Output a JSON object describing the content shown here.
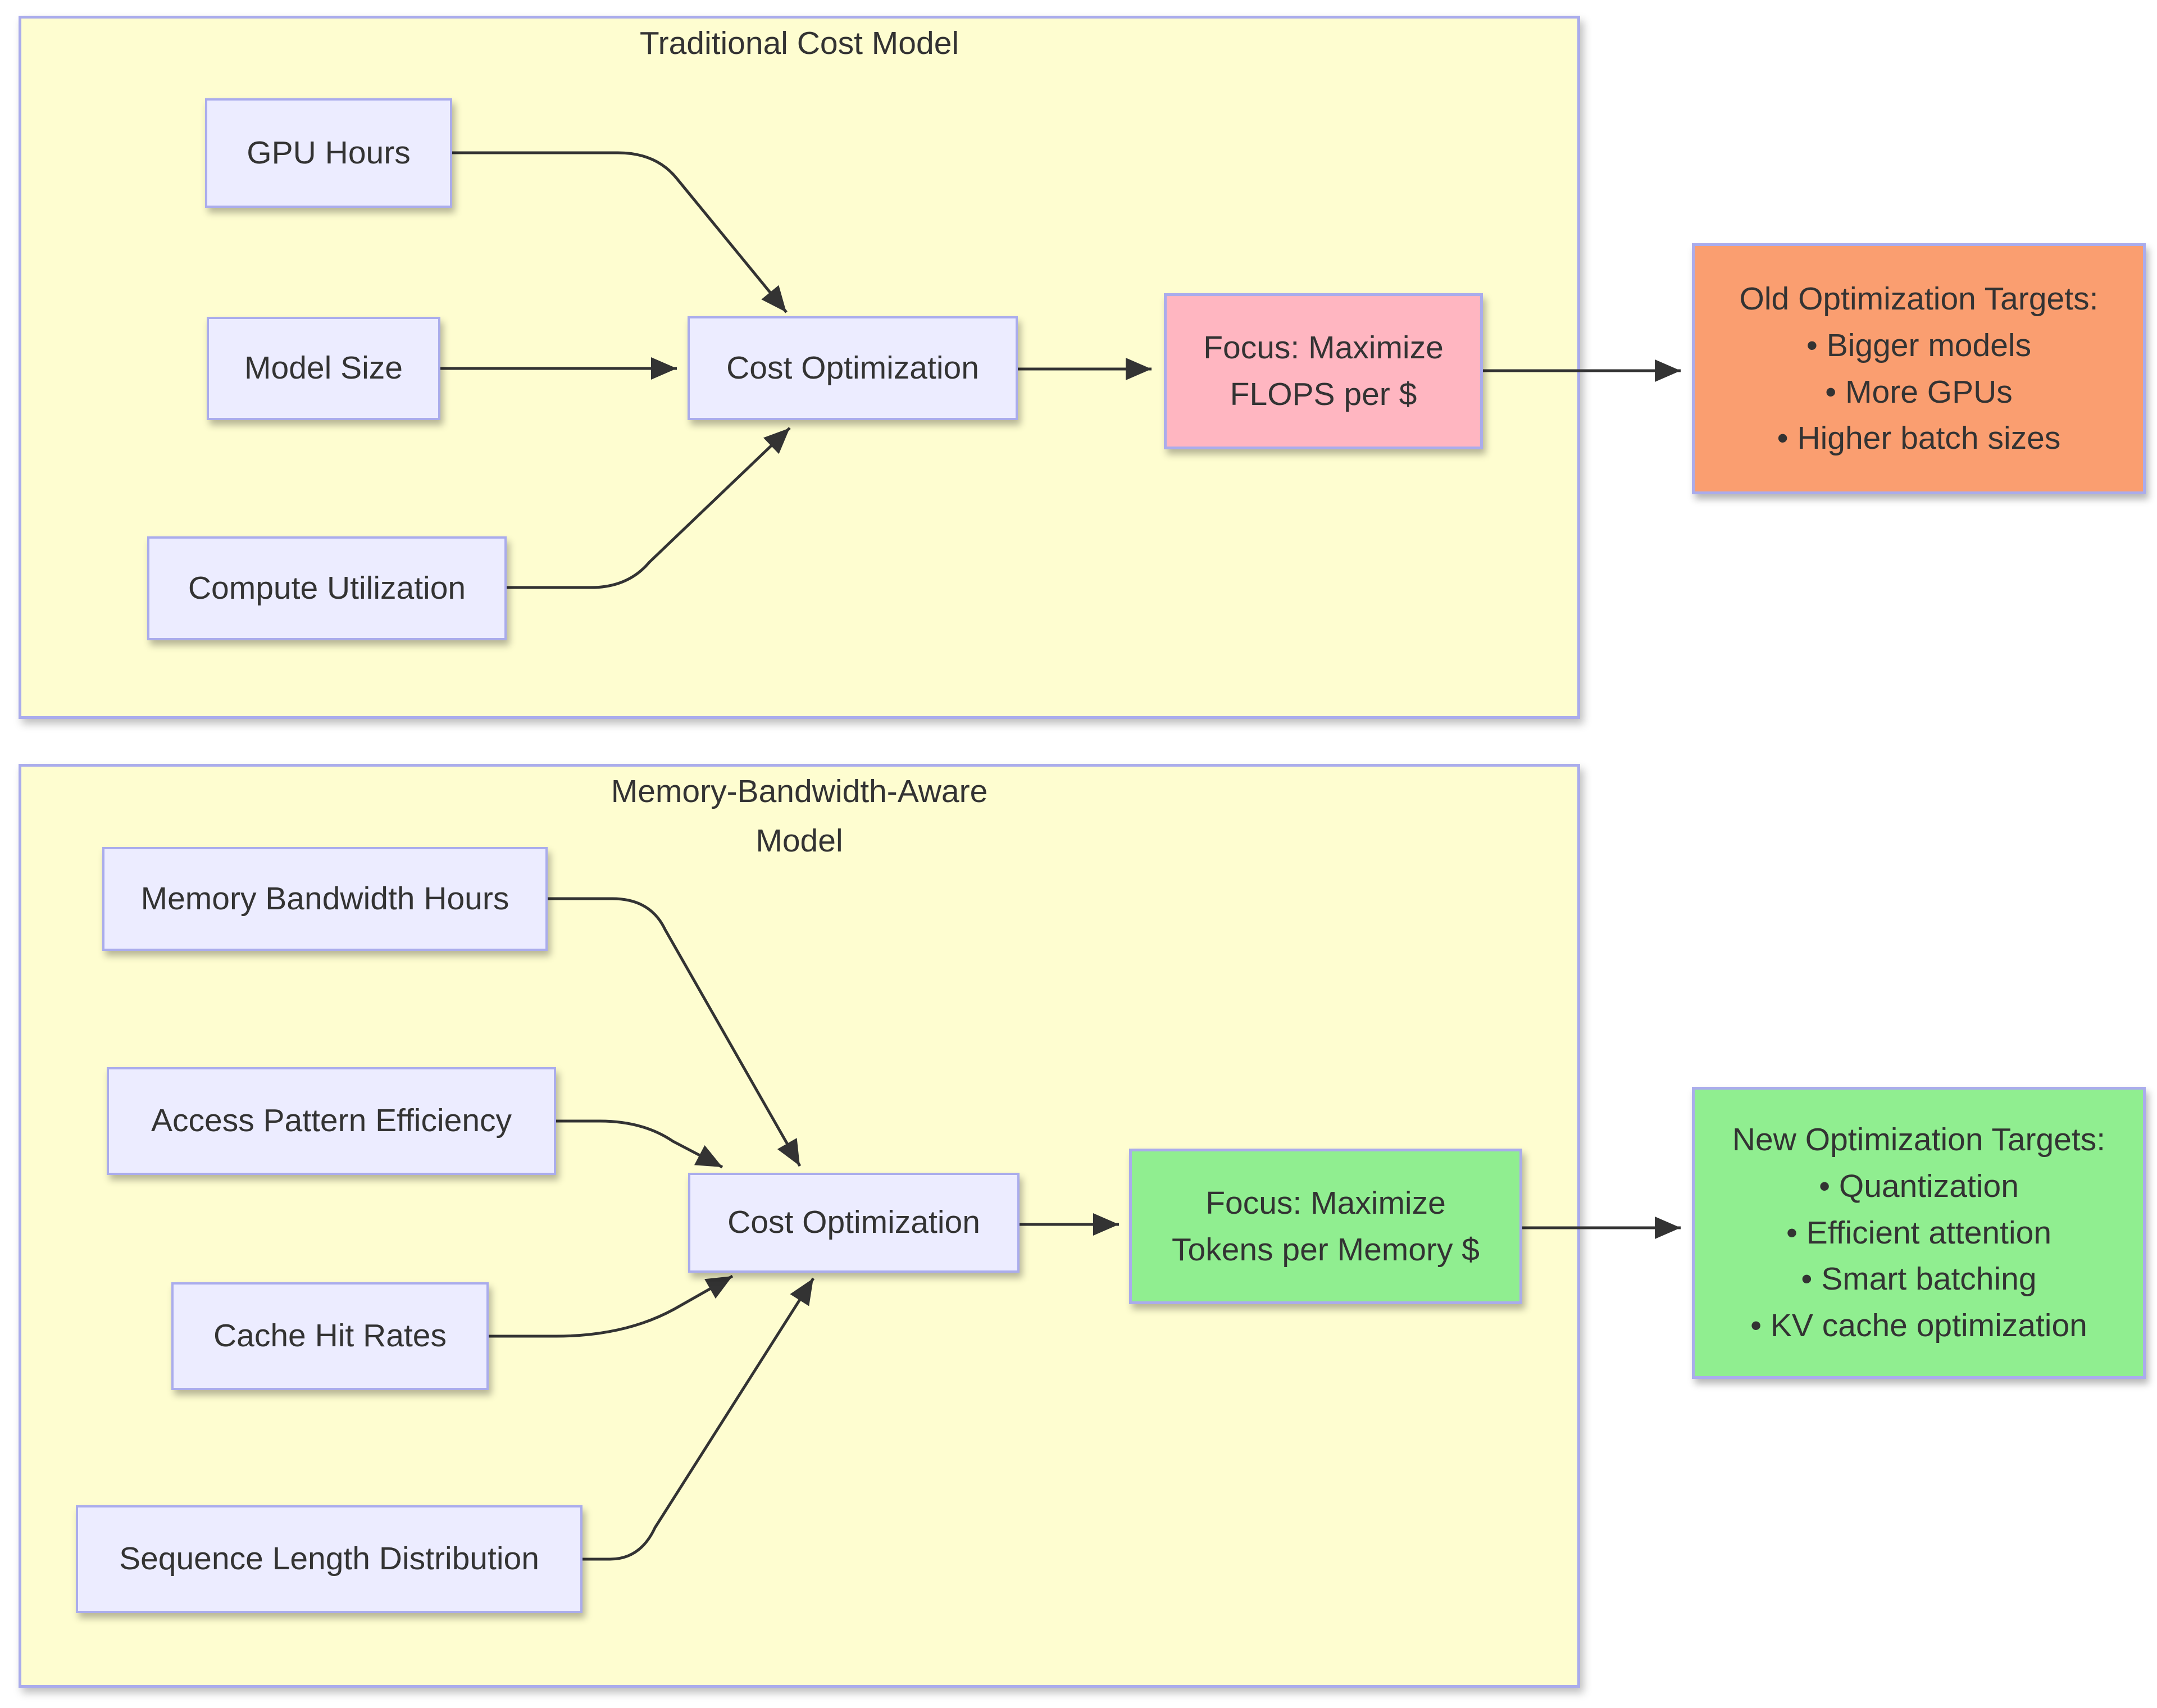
{
  "colors": {
    "page_bg": "#ffffff",
    "section_fill": "#fefdd0",
    "section_border": "#aaacec",
    "node_fill": "#ececff",
    "node_border": "#aaacec",
    "focus_old_fill": "#ffb6c1",
    "targets_old_fill": "#fa9e70",
    "focus_new_fill": "#90ee90",
    "targets_new_fill": "#90ee90",
    "text": "#333333",
    "edge": "#333333"
  },
  "sections": {
    "traditional": {
      "title": "Traditional Cost Model",
      "nodes": {
        "gpu_hours": "GPU Hours",
        "model_size": "Model Size",
        "compute_utilization": "Compute Utilization",
        "cost_optimization": "Cost Optimization"
      },
      "focus": {
        "lines": [
          "Focus: Maximize",
          "FLOPS per $"
        ]
      },
      "targets": {
        "lines": [
          "Old Optimization Targets:",
          "• Bigger models",
          "• More GPUs",
          "• Higher batch sizes"
        ]
      }
    },
    "memory": {
      "title_lines": [
        "Memory-Bandwidth-Aware",
        "Model"
      ],
      "nodes": {
        "memory_bandwidth_hours": "Memory Bandwidth Hours",
        "access_pattern_efficiency": "Access Pattern Efficiency",
        "cache_hit_rates": "Cache Hit Rates",
        "sequence_length_distribution": "Sequence Length Distribution",
        "cost_optimization": "Cost Optimization"
      },
      "focus": {
        "lines": [
          "Focus: Maximize",
          "Tokens per Memory $"
        ]
      },
      "targets": {
        "lines": [
          "New Optimization Targets:",
          "• Quantization",
          "• Efficient attention",
          "• Smart batching",
          "• KV cache optimization"
        ]
      }
    }
  }
}
